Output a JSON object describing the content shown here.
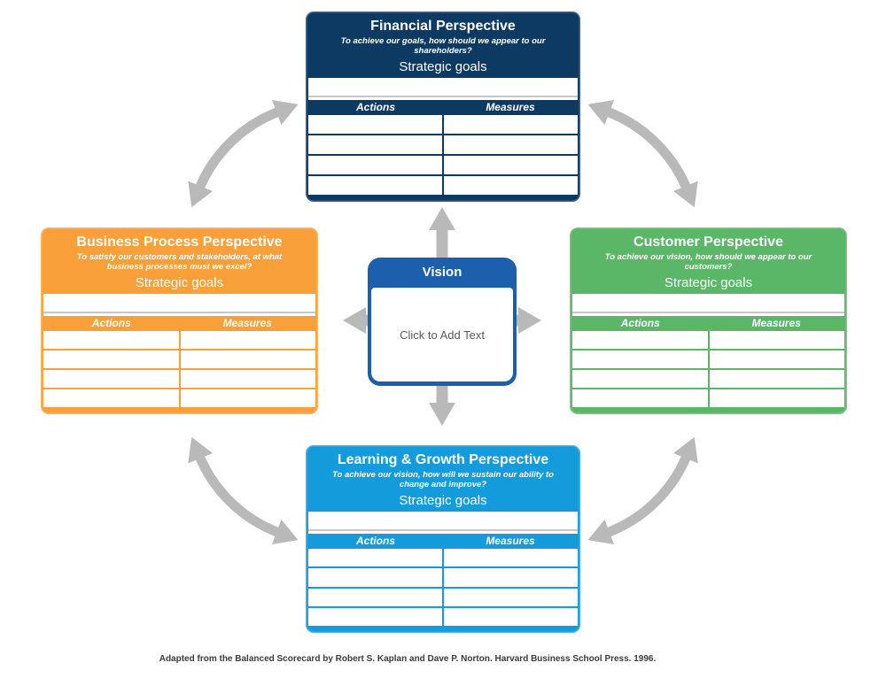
{
  "colors": {
    "financial": "#0D3A63",
    "customer": "#5BB768",
    "business": "#F9A03A",
    "learning": "#149BDB",
    "vision": "#1C5FAC",
    "arrow": "#B9B9B9",
    "caption_text": "#3B3B3B",
    "placeholder_text": "#595959"
  },
  "vision": {
    "title": "Vision",
    "placeholder": "Click to Add Text"
  },
  "perspectives": {
    "financial": {
      "title": "Financial Perspective",
      "question": "To achieve our goals, how should we appear to our shareholders?",
      "goals_label": "Strategic goals",
      "columns": {
        "actions": "Actions",
        "measures": "Measures"
      }
    },
    "customer": {
      "title": "Customer Perspective",
      "question": "To achieve our vision, how should we appear to our customers?",
      "goals_label": "Strategic goals",
      "columns": {
        "actions": "Actions",
        "measures": "Measures"
      }
    },
    "business_process": {
      "title": "Business Process Perspective",
      "question": "To satisfy our customers and stakeholders, at what business processes must we excel?",
      "goals_label": "Strategic goals",
      "columns": {
        "actions": "Actions",
        "measures": "Measures"
      }
    },
    "learning_growth": {
      "title": "Learning & Growth Perspective",
      "question": "To achieve our vision, how will we sustain our ability to change and improve?",
      "goals_label": "Strategic goals",
      "columns": {
        "actions": "Actions",
        "measures": "Measures"
      }
    }
  },
  "caption": "Adapted from the Balanced Scorecard by Robert S. Kaplan and Dave P. Norton. Harvard Business School Press. 1996."
}
